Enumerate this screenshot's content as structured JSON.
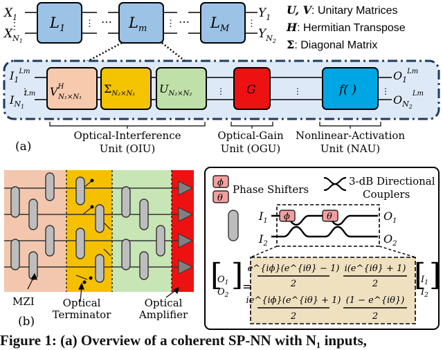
{
  "top": {
    "input_top": "X",
    "input_top_sub": "1",
    "input_bottom": "X",
    "input_bottom_sub": "N",
    "input_bottom_subsub": "1",
    "output_top": "Y",
    "output_top_sub": "1",
    "output_bottom": "Y",
    "output_bottom_sub": "N",
    "output_bottom_subsub": "2",
    "blocks": [
      {
        "main": "L",
        "sub": "1"
      },
      {
        "main": "L",
        "sub": "m"
      },
      {
        "main": "L",
        "sub": "M"
      }
    ],
    "dots": "⋮",
    "hdots": "⋯"
  },
  "legend": [
    {
      "key": "U, V",
      "desc": ": Unitary Matrices"
    },
    {
      "key": "H",
      "desc": ": Hermitian Transpose"
    },
    {
      "key": "Σ",
      "desc": ": Diagonal Matrix"
    }
  ],
  "layer": {
    "in_top": "I",
    "in_top_sub": "1",
    "in_sup": "Lm",
    "in_bot": "I",
    "in_bot_sub": "N",
    "in_bot_subsub": "1",
    "out_top": "O",
    "out_top_sub": "1",
    "out_bot": "O",
    "out_bot_sub": "N",
    "out_bot_subsub": "2",
    "boxes": {
      "v": {
        "main": "V",
        "sup": "H",
        "sub": "N₁×N₁"
      },
      "s": {
        "main": "Σ",
        "sub": "N₂×N₁"
      },
      "u": {
        "main": "U",
        "sub": "N₂×N₂"
      },
      "g": {
        "main": "G"
      },
      "f": {
        "main": "f( )"
      }
    },
    "units": [
      {
        "line1": "Optical-Interference",
        "line2": "Unit (OIU)"
      },
      {
        "line1": "Optical-Gain",
        "line2": "Unit (OGU)"
      },
      {
        "line1": "Nonlinear-Activation",
        "line2": "Unit (NAU)"
      }
    ],
    "panel_label": "(a)"
  },
  "mesh": {
    "labels": {
      "mzi": "MZI",
      "terminator_1": "Optical",
      "terminator_2": "Terminator",
      "amplifier_1": "Optical",
      "amplifier_2": "Amplifier"
    },
    "panel_label": "(b)"
  },
  "mzi_detail": {
    "phase_phi": "ϕ",
    "phase_theta": "θ",
    "phase_label": "Phase Shifters",
    "coupler_label_1": "3-dB Directional",
    "coupler_label_2": "Couplers",
    "in1": "I",
    "in1_sub": "1",
    "in2": "I",
    "in2_sub": "2",
    "out1": "O",
    "out1_sub": "1",
    "out2": "O",
    "out2_sub": "2",
    "eq": "=",
    "m11_num": "e^{iϕ}(e^{iθ} − 1)",
    "m12_num": "i(e^{iθ} + 1)",
    "m21_num": "ie^{iϕ}(e^{iθ} + 1)",
    "m22_num": "(1 − e^{iθ})",
    "den": "2"
  },
  "caption": "Figure 1: (a) Overview of a coherent SP-NN with N₁ inputs,",
  "colors": {
    "block_fill": "#9cc3e5",
    "panel_fill": "#dde9f6",
    "v_fill": "#f7c9ad",
    "s_fill": "#f5c400",
    "u_fill": "#bfe0a9",
    "g_fill": "#ee1111",
    "f_fill": "#00a6e3",
    "mesh_orange": "#f2c7ad",
    "mesh_yellow": "#f5c000",
    "mesh_green": "#c7e5b5",
    "mesh_red": "#ee1111",
    "shifter_fill": "#f0a0a0",
    "eq_fill": "#efe0c0"
  }
}
